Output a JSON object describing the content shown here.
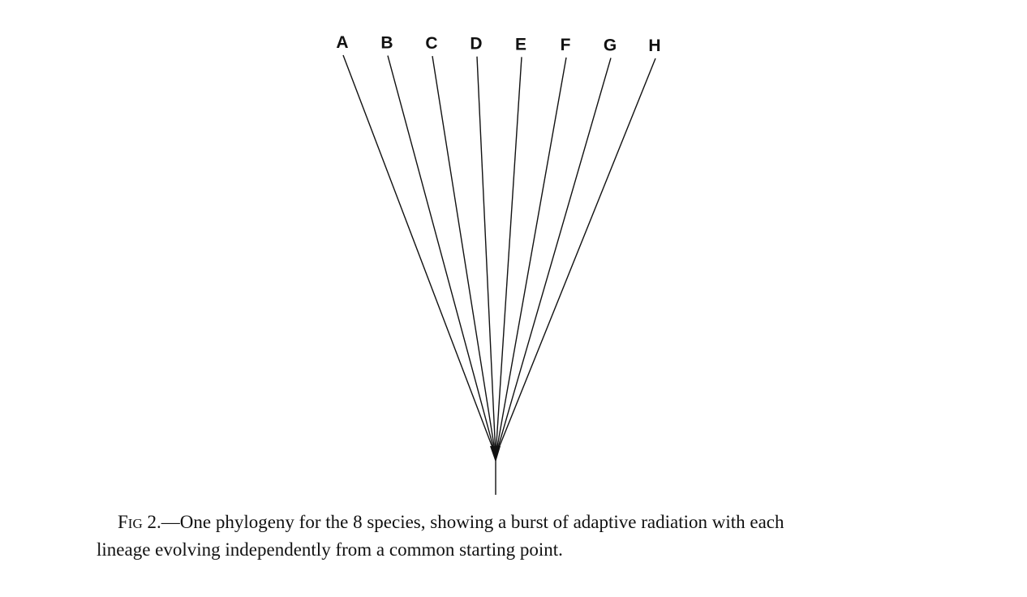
{
  "tree": {
    "tips": [
      "A",
      "B",
      "C",
      "D",
      "E",
      "F",
      "G",
      "H"
    ]
  },
  "caption": {
    "fig_prefix_initial": "F",
    "fig_prefix_rest": "IG",
    "fig_number": " 2.",
    "line1": "—One phylogeny for the 8 species, showing a burst of adaptive radiation with each",
    "line2": "lineage evolving independently from a common starting point."
  }
}
